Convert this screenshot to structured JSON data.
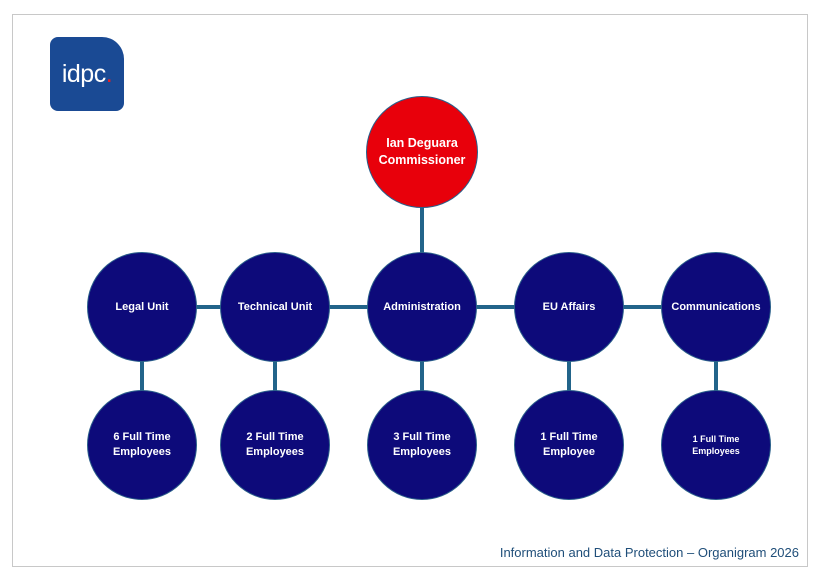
{
  "logo": {
    "text": "idpc",
    "dot": "."
  },
  "commissioner": {
    "name": "Ian Deguara",
    "title": "Commissioner",
    "color": "#e8000b"
  },
  "units": [
    {
      "name": "Legal Unit",
      "staff": "6 Full Time Employees"
    },
    {
      "name": "Technical Unit",
      "staff": "2 Full Time Employees"
    },
    {
      "name": "Administration",
      "staff": "3 Full Time Employees"
    },
    {
      "name": "EU Affairs",
      "staff": "1 Full Time Employee"
    },
    {
      "name": "Communications",
      "staff": "1 Full Time Employees"
    }
  ],
  "colors": {
    "node": "#0d0a7a",
    "connector": "#22648a"
  },
  "footer": "Information and Data Protection – Organigram 2026"
}
